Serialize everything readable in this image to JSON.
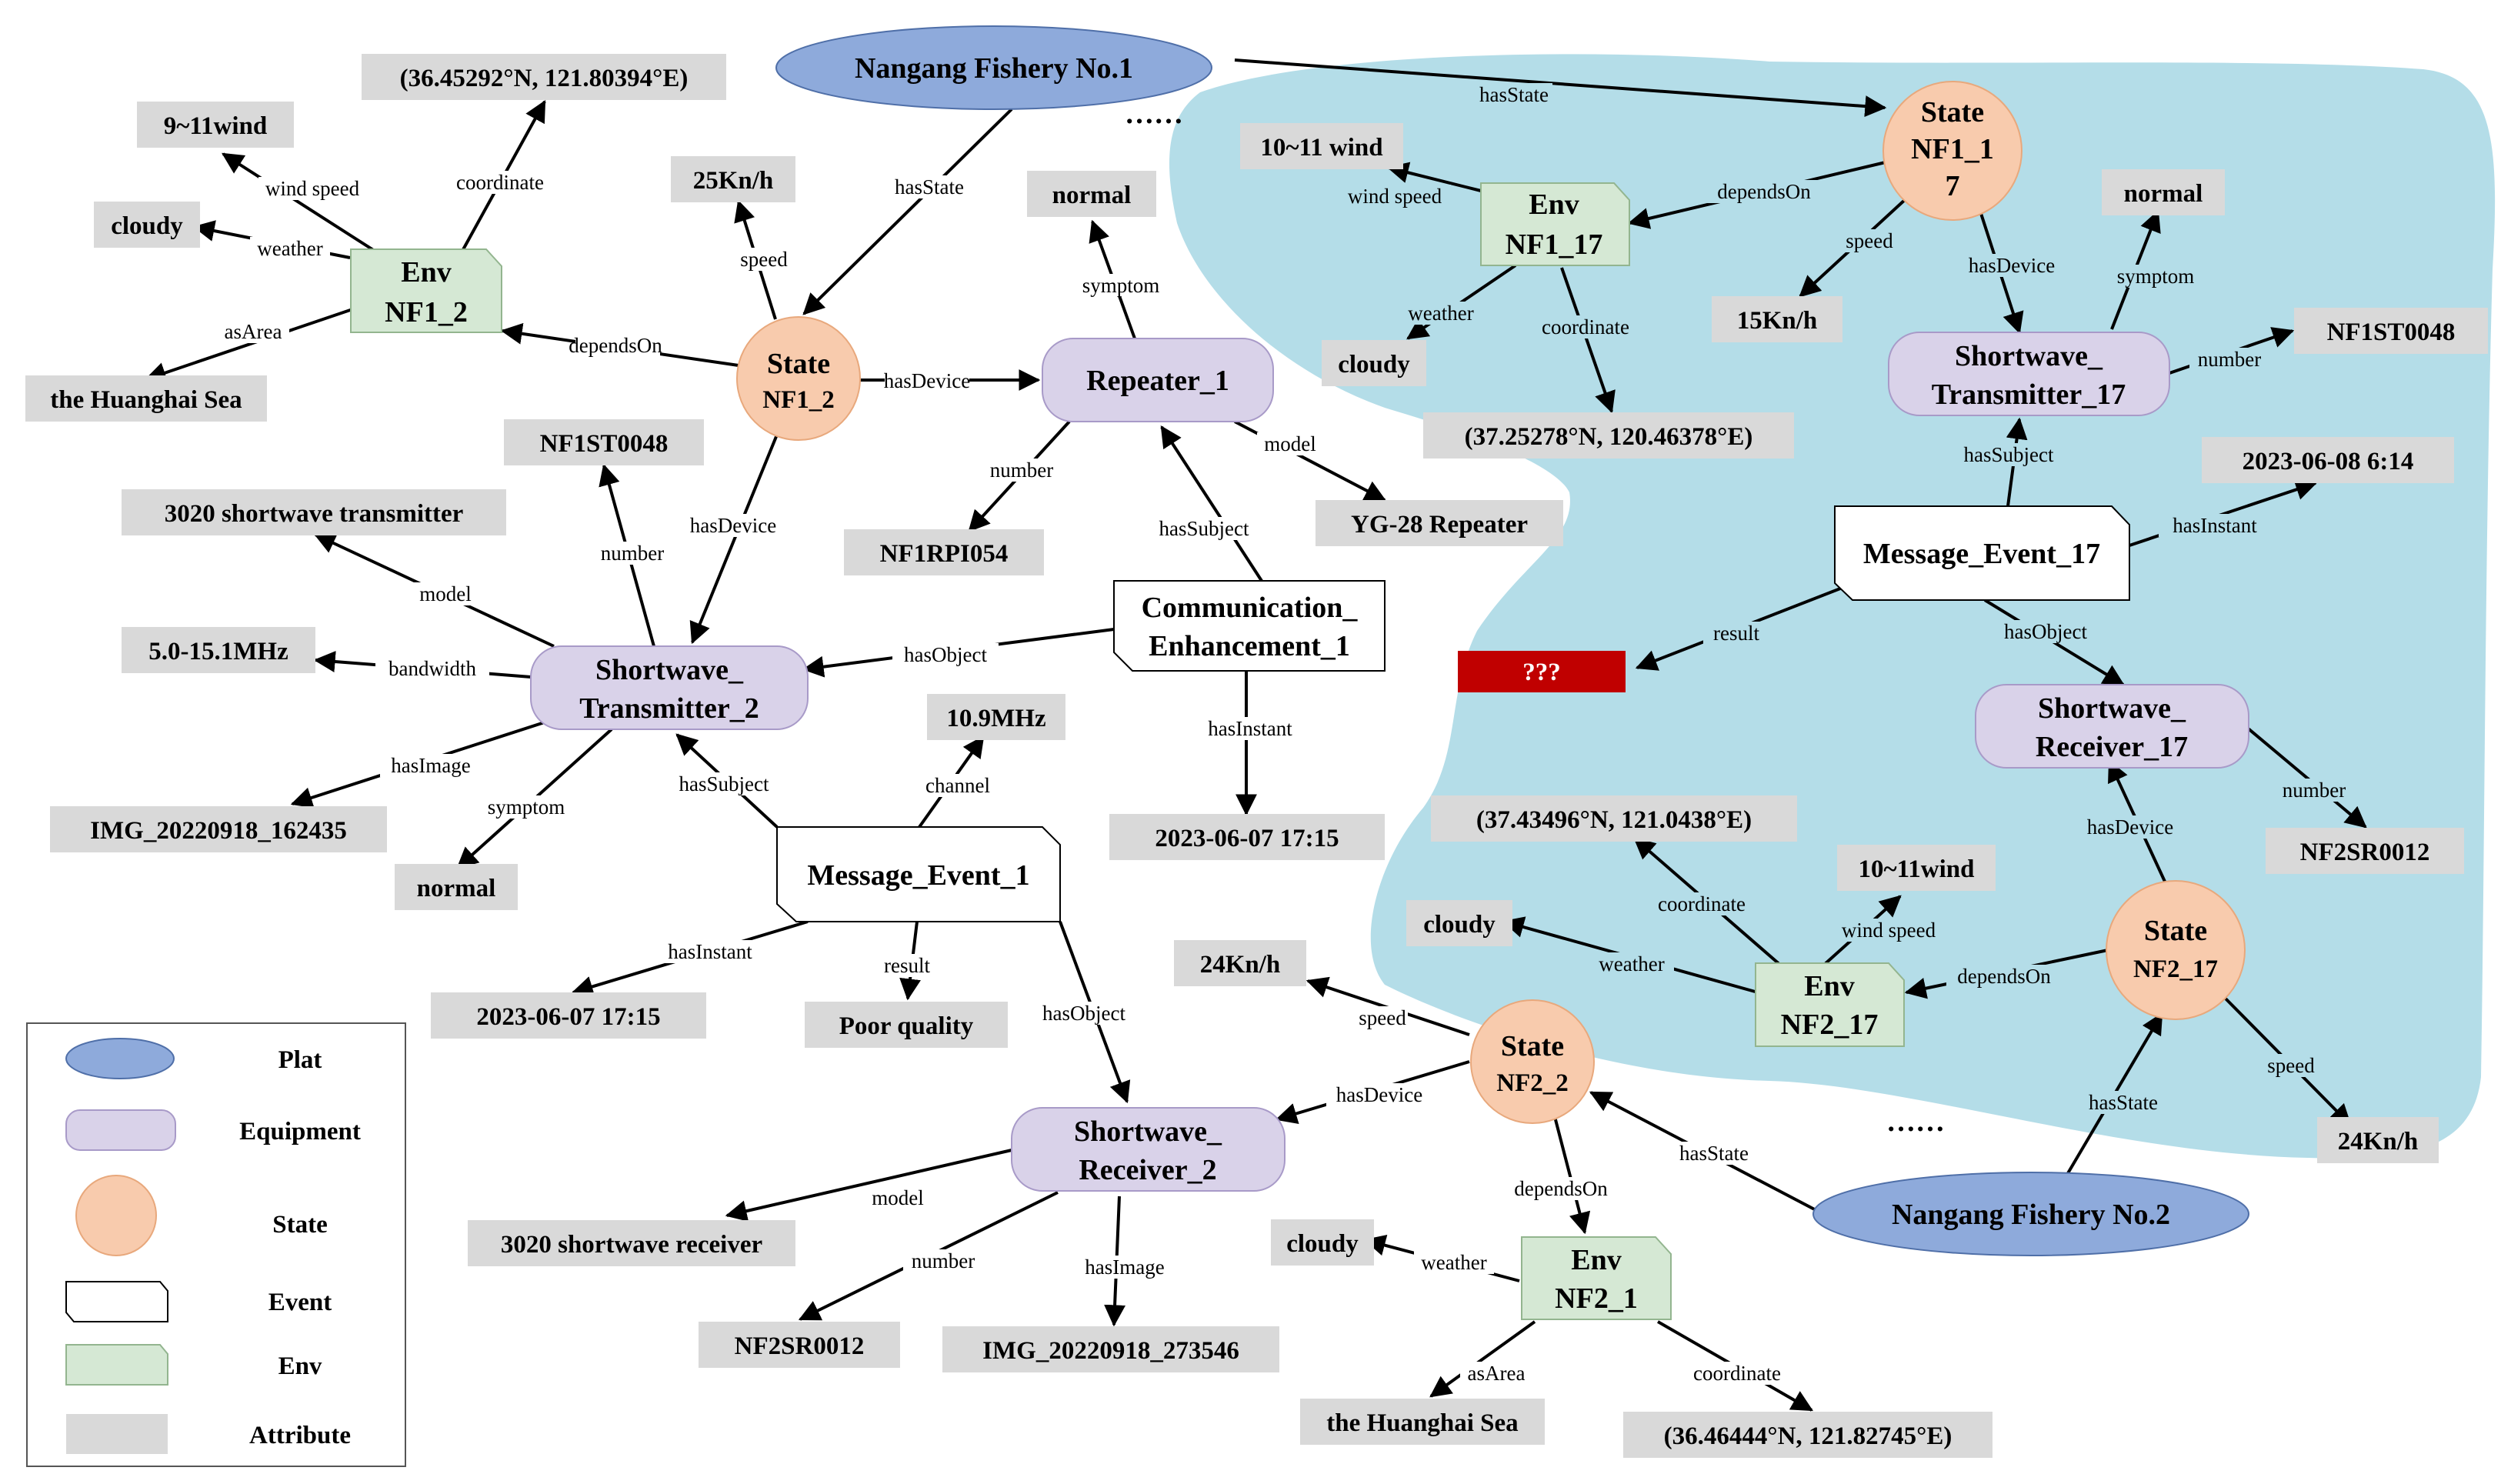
{
  "colors": {
    "plat": "#8eaadb",
    "equipment": "#d9d2e9",
    "state": "#f8cbad",
    "event": "#ffffff",
    "env": "#d5e8d4",
    "attribute": "#d9d9d9",
    "region": "#b4dde8",
    "unknown": "#c00000"
  },
  "ellipsis": "……",
  "nodes": {
    "plat1": {
      "label": "Nangang Fishery No.1"
    },
    "plat2": {
      "label": "Nangang Fishery No.2"
    },
    "state_nf1_2": {
      "line1": "State",
      "line2": "NF1_2"
    },
    "state_nf1_17": {
      "line1": "State",
      "line2": "NF1_1",
      "line3": "7"
    },
    "state_nf2_2": {
      "line1": "State",
      "line2": "NF2_2"
    },
    "state_nf2_17": {
      "line1": "State",
      "line2": "NF2_17"
    },
    "env_nf1_2": {
      "line1": "Env",
      "line2": "NF1_2"
    },
    "env_nf1_17": {
      "line1": "Env",
      "line2": "NF1_17"
    },
    "env_nf2_17": {
      "line1": "Env",
      "line2": "NF2_17"
    },
    "env_nf2_1": {
      "line1": "Env",
      "line2": "NF2_1"
    },
    "repeater_1": {
      "label": "Repeater_1"
    },
    "sw_tx_2": {
      "line1": "Shortwave_",
      "line2": "Transmitter_2"
    },
    "sw_tx_17": {
      "line1": "Shortwave_",
      "line2": "Transmitter_17"
    },
    "sw_rx_2": {
      "line1": "Shortwave_",
      "line2": "Receiver_2"
    },
    "sw_rx_17": {
      "line1": "Shortwave_",
      "line2": "Receiver_17"
    },
    "comm_enh_1": {
      "line1": "Communication_",
      "line2": "Enhancement_1"
    },
    "msg_event_1": {
      "label": "Message_Event_1"
    },
    "msg_event_17": {
      "label": "Message_Event_17"
    },
    "unknown_result": {
      "label": "???"
    }
  },
  "attributes": {
    "coord_nf1_2": "(36.45292°N, 121.80394°E)",
    "wind_nf1_2": "9~11wind",
    "weather_nf1_2": "cloudy",
    "area_nf1_2": "the Huanghai Sea",
    "speed_nf1_2": "25Kn/h",
    "symptom_rep": "normal",
    "number_rep": "NF1RPI054",
    "model_rep": "YG-28 Repeater",
    "number_tx2": "NF1ST0048",
    "model_tx2": "3020 shortwave transmitter",
    "bandwidth_tx2": "5.0-15.1MHz",
    "image_tx2": "IMG_20220918_162435",
    "symptom_tx2": "normal",
    "channel_ev1": "10.9MHz",
    "instant_comm": "2023-06-07 17:15",
    "instant_ev1": "2023-06-07 17:15",
    "result_ev1": "Poor quality",
    "wind_nf1_17": "10~11 wind",
    "weather_nf1_17": "cloudy",
    "coord_nf1_17": "(37.25278°N, 120.46378°E)",
    "speed_nf1_17": "15Kn/h",
    "symptom_tx17": "normal",
    "number_tx17": "NF1ST0048",
    "instant_ev17": "2023-06-08 6:14",
    "number_rx17": "NF2SR0012",
    "coord_nf2_17": "(37.43496°N, 121.0438°E)",
    "wind_nf2_17": "10~11wind",
    "weather_nf2_17": "cloudy",
    "speed_nf2_17": "24Kn/h",
    "speed_nf2_2": "24Kn/h",
    "model_rx2": "3020 shortwave receiver",
    "number_rx2": "NF2SR0012",
    "image_rx2": "IMG_20220918_273546",
    "weather_nf2_1": "cloudy",
    "area_nf2_1": "the Huanghai Sea",
    "coord_nf2_1": "(36.46444°N, 121.82745°E)"
  },
  "edges": {
    "hasState": "hasState",
    "hasDevice": "hasDevice",
    "dependsOn": "dependsOn",
    "speed": "speed",
    "coordinate": "coordinate",
    "wind_speed": "wind speed",
    "weather": "weather",
    "asArea": "asArea",
    "symptom": "symptom",
    "number": "number",
    "model": "model",
    "hasSubject": "hasSubject",
    "hasObject": "hasObject",
    "hasInstant": "hasInstant",
    "bandwidth": "bandwidth",
    "hasImage": "hasImage",
    "channel": "channel",
    "result": "result"
  },
  "legend": {
    "plat": "Plat",
    "equipment": "Equipment",
    "state": "State",
    "event": "Event",
    "env": "Env",
    "attribute": "Attribute"
  }
}
